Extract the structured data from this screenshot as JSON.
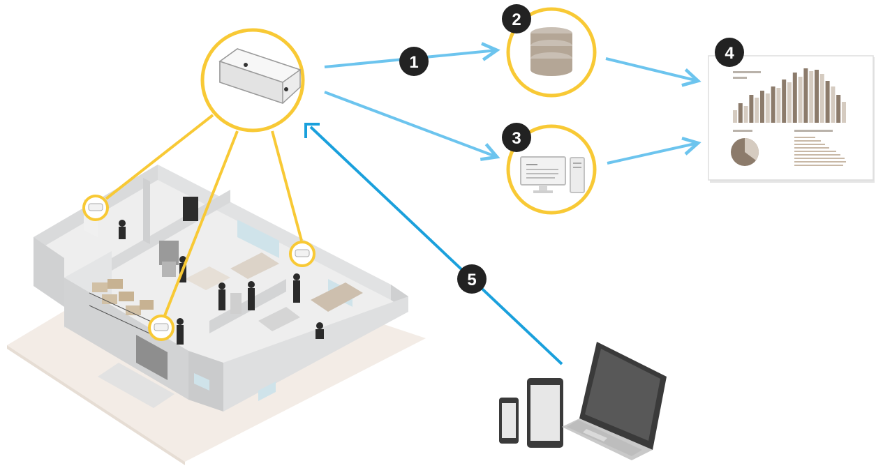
{
  "steps": [
    {
      "number": "1"
    },
    {
      "number": "2"
    },
    {
      "number": "3"
    },
    {
      "number": "4"
    },
    {
      "number": "5"
    }
  ],
  "icons": {
    "sensor": "people-counter-sensor-icon",
    "server": "database-server-icon",
    "computer": "desktop-computer-icon",
    "report": "analytics-report-icon",
    "devices": [
      "smartphone-icon",
      "tablet-icon",
      "laptop-icon"
    ],
    "store": "isometric-store-floorplan"
  },
  "colors": {
    "highlight_ring": "#f8c935",
    "data_arrow": "#6cc4ee",
    "access_arrow": "#1aa0dc",
    "badge": "#222222",
    "bar_dark": "#8c7b6b",
    "bar_light": "#d5cbc0"
  }
}
